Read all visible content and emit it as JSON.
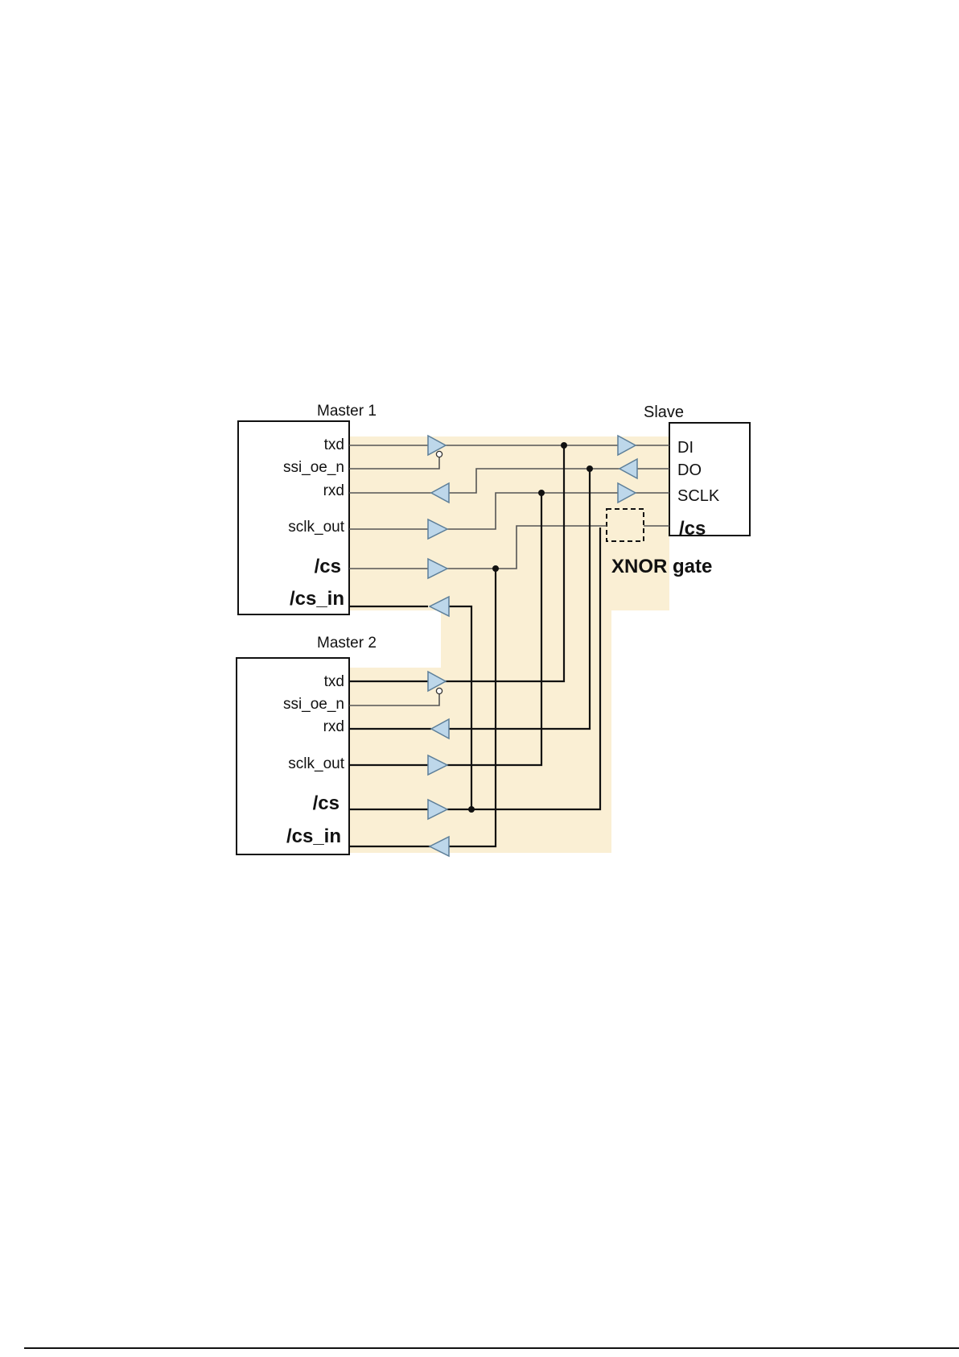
{
  "master1": {
    "title": "Master 1",
    "pins": [
      "txd",
      "ssi_oe_n",
      "rxd",
      "sclk_out",
      "/cs",
      "/cs_in"
    ]
  },
  "master2": {
    "title": "Master 2",
    "pins": [
      "txd",
      "ssi_oe_n",
      "rxd",
      "sclk_out",
      "/cs",
      "/cs_in"
    ]
  },
  "slave": {
    "title": "Slave",
    "pins": [
      "DI",
      "DO",
      "SCLK",
      "/cs"
    ]
  },
  "xnor_label": "XNOR gate",
  "colors": {
    "bus_fill": "#faefd4",
    "buffer_fill": "#bdd7ea",
    "outline": "#111111"
  }
}
